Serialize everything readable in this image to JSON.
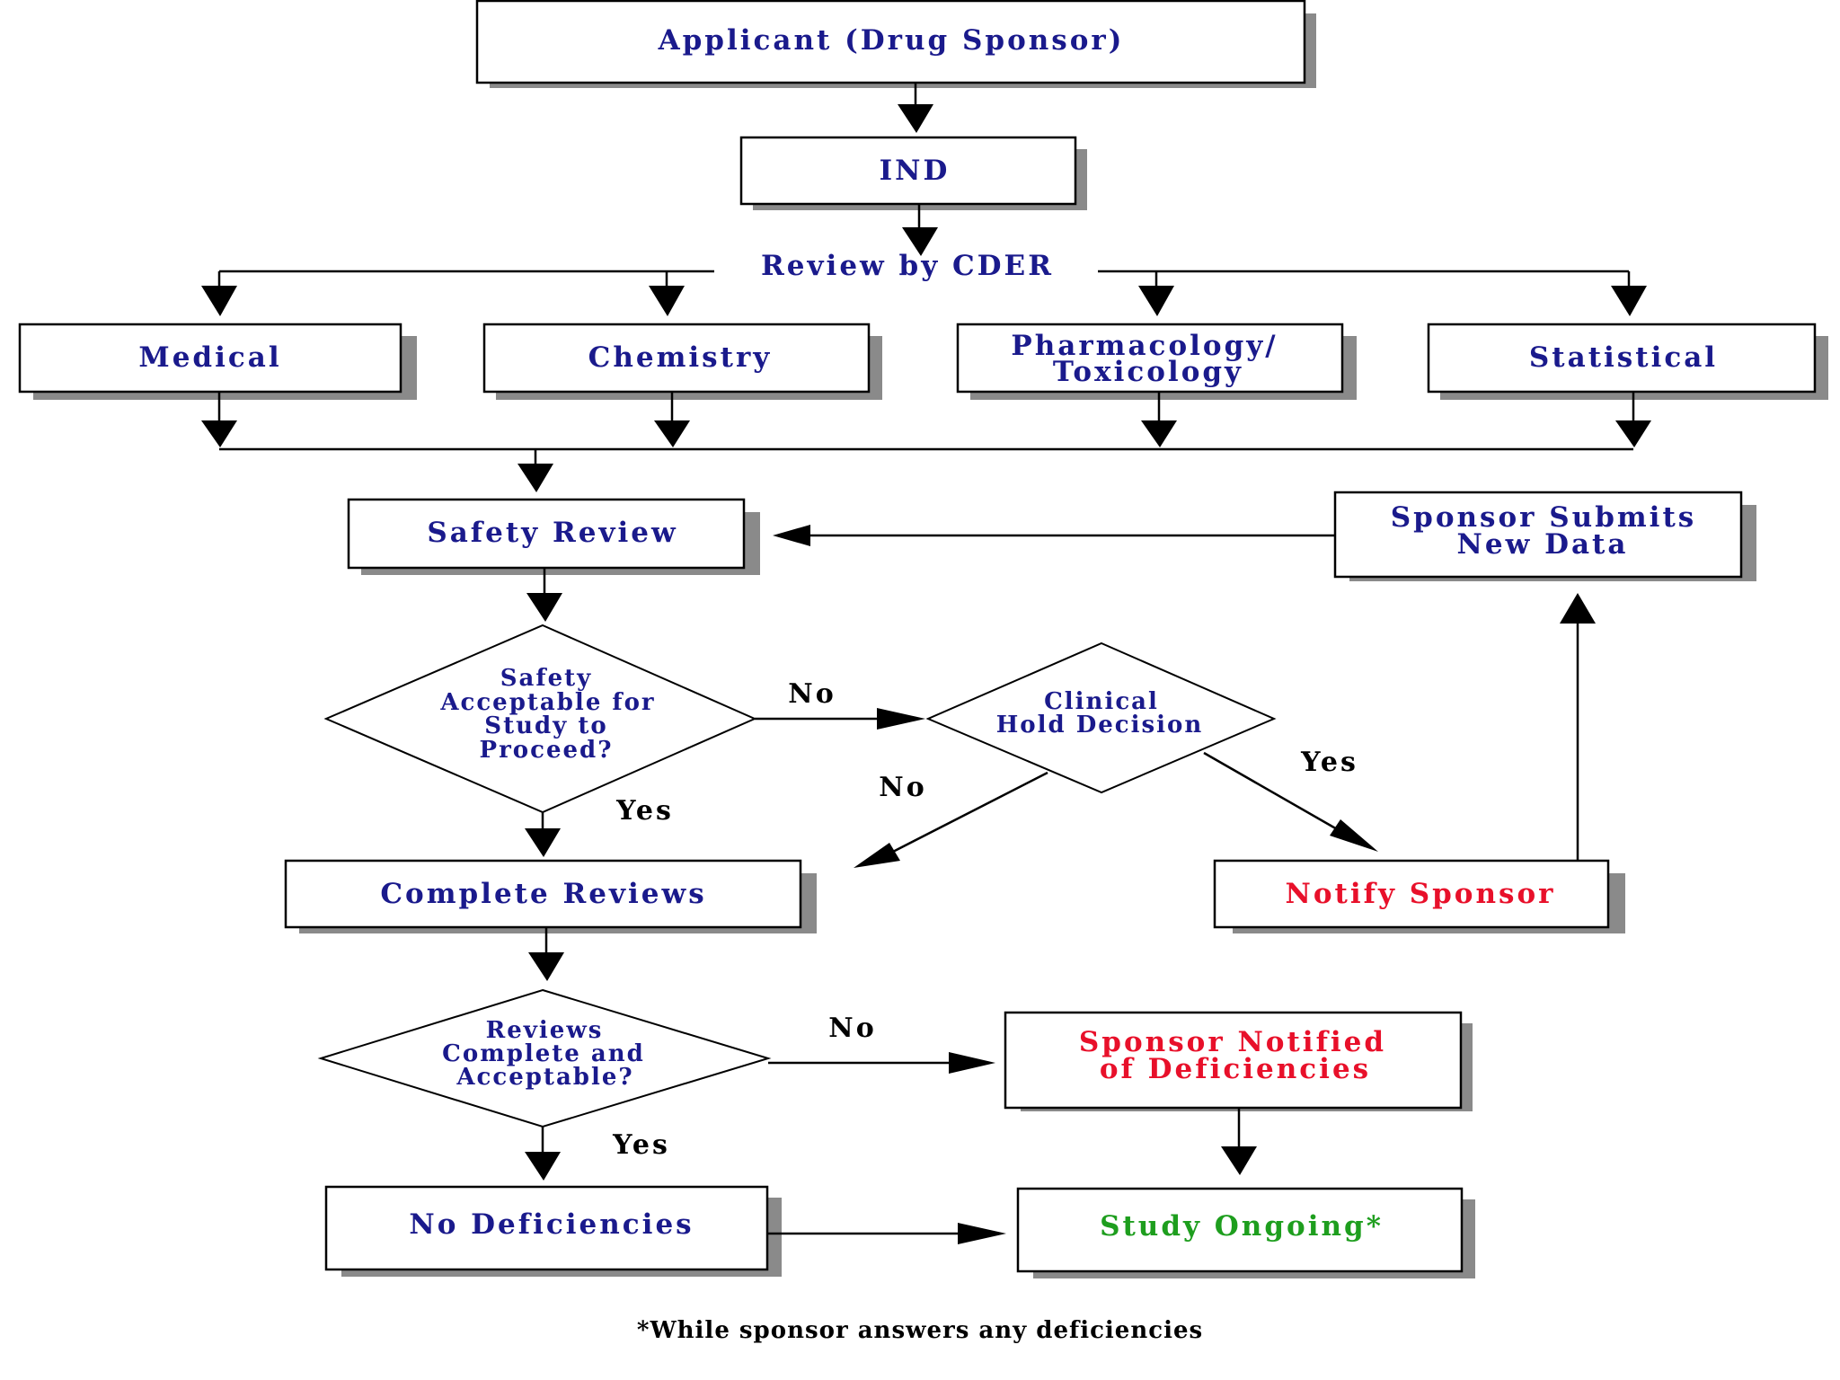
{
  "colors": {
    "title_text": "#1a1a8c",
    "alert_text": "#e8102a",
    "ok_text": "#1e9e1e",
    "label_text": "#000000",
    "box_border": "#000000",
    "box_shadow": "#8a8a8a"
  },
  "nodes": {
    "applicant": "Applicant (Drug Sponsor)",
    "ind": "IND",
    "review_cder": "Review by CDER",
    "medical": "Medical",
    "chemistry": "Chemistry",
    "pharm_line1": "Pharmacology/",
    "pharm_line2": "Toxicology",
    "statistical": "Statistical",
    "safety_review": "Safety Review",
    "sponsor_submits_line1": "Sponsor Submits",
    "sponsor_submits_line2": "New Data",
    "complete_reviews": "Complete Reviews",
    "notify_sponsor": "Notify Sponsor",
    "sponsor_notified_line1": "Sponsor Notified",
    "sponsor_notified_line2": "of Deficiencies",
    "no_deficiencies": "No Deficiencies",
    "study_ongoing": "Study Ongoing*"
  },
  "decisions": {
    "safety_acceptable": [
      "Safety",
      "Acceptable for",
      "Study to",
      "Proceed?"
    ],
    "clinical_hold": [
      "Clinical",
      "Hold Decision"
    ],
    "reviews_complete": [
      "Reviews",
      "Complete and",
      "Acceptable?"
    ]
  },
  "edge_labels": {
    "safety_no": "No",
    "safety_yes": "Yes",
    "hold_no": "No",
    "hold_yes": "Yes",
    "reviews_no": "No",
    "reviews_yes": "Yes"
  },
  "footnote": "*While sponsor answers any deficiencies"
}
